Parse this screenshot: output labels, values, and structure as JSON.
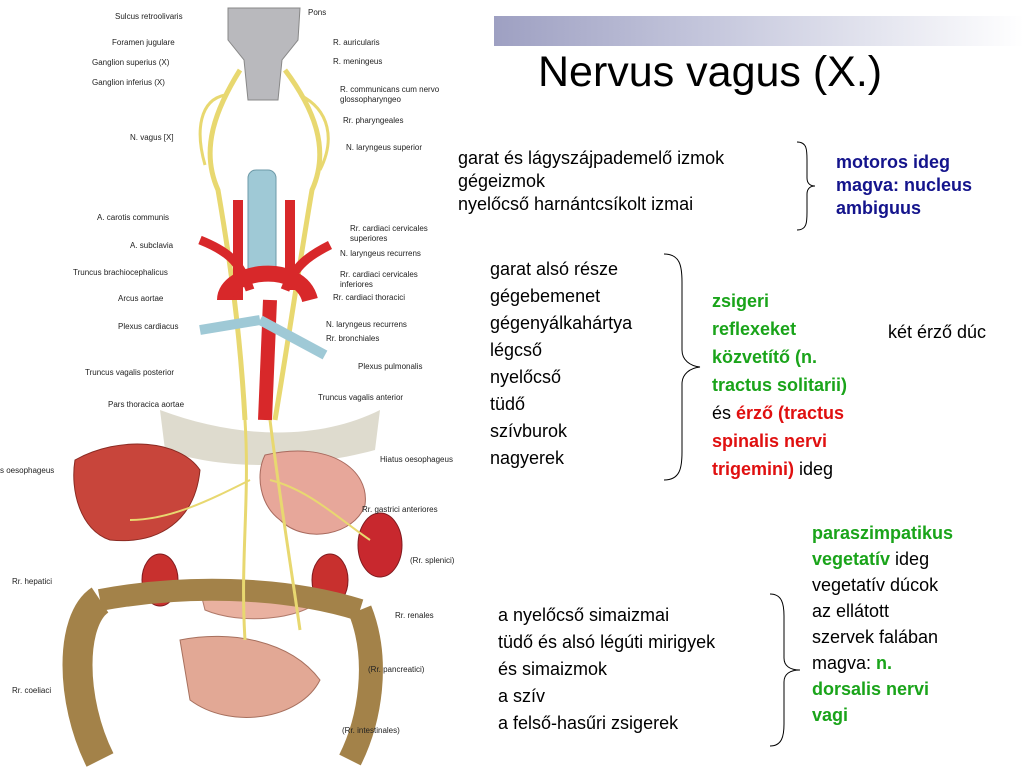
{
  "slide": {
    "title": "Nervus vagus (X.)"
  },
  "figure": {
    "labels_left": [
      "Sulcus retroolivaris",
      "Foramen jugulare",
      "Ganglion superius (X)",
      "Ganglion inferius (X)",
      "N. vagus [X]",
      "A. carotis communis",
      "A. subclavia",
      "Truncus brachiocephalicus",
      "Arcus aortae",
      "Plexus cardiacus",
      "Truncus vagalis posterior",
      "Pars thoracica aortae",
      "s oesophageus",
      "Rr. hepatici",
      "Rr. coeliaci"
    ],
    "labels_right": [
      "Pons",
      "R. auricularis",
      "R. meningeus",
      "R. communicans cum nervo glossopharyngeo",
      "Rr. pharyngeales",
      "N. laryngeus superior",
      "Rr. cardiaci cervicales superiores",
      "N. laryngeus recurrens",
      "Rr. cardiaci cervicales inferiores",
      "Rr. cardiaci thoracici",
      "N. laryngeus recurrens",
      "Rr. bronchiales",
      "Plexus pulmonalis",
      "Truncus vagalis anterior",
      "Hiatus oesophageus",
      "Rr. gastrici anteriores",
      "(Rr. splenici)",
      "Rr. renales",
      "(Rr. pancreatici)",
      "(Rr. intestinales)"
    ]
  },
  "motor": {
    "items": [
      "garat és lágyszájpademelő izmok",
      "gégeizmok",
      "nyelőcső harnántcsíkolt izmai"
    ],
    "desc": [
      "motoros ideg",
      "magva: nucleus",
      "ambiguus"
    ]
  },
  "sensory": {
    "items": [
      "garat alsó része",
      "gégebemenet",
      "gégenyálkahártya",
      "légcső",
      "nyelőcső",
      "tüdő",
      "szívburok",
      "nagyerek"
    ],
    "line1": "zsigeri",
    "line2": "reflexeket",
    "line3": "közvetítő (n.",
    "line4": "tractus solitarii)",
    "line5_a": "és ",
    "line5_b": "érző  (tractus",
    "line6": "spinalis nervi",
    "line7_a": "trigemini)",
    "line7_b": " ideg",
    "side_note": "két érző dúc"
  },
  "parasym": {
    "line1": "paraszimpatikus",
    "line2_a": "vegetatív",
    "line2_b": " ideg",
    "line3": "vegetatív dúcok",
    "line4": "az ellátott",
    "line5": "szervek falában",
    "line6_a": "magva: ",
    "line6_b": "n.",
    "line7": "dorsalis nervi",
    "line8": "vagi",
    "items": [
      "a nyelőcső simaizmai",
      "tüdő és alsó légúti mirigyek",
      "és simaizmok",
      "a szív",
      "a felső-hasűri zsigerek"
    ]
  },
  "colors": {
    "blue": "#14148c",
    "green": "#1aa41a",
    "red": "#e01010",
    "nerve": "#e8d870",
    "artery": "#d8282a"
  }
}
